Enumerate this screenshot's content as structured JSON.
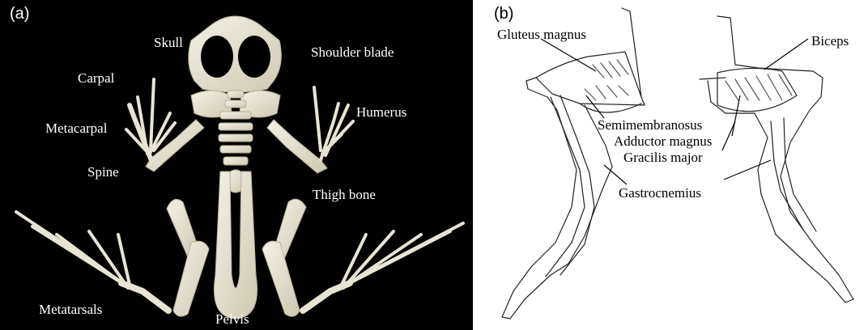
{
  "panel_a": {
    "label": "(a)",
    "bone_labels": {
      "skull": "Skull",
      "shoulder_blade": "Shoulder blade",
      "carpal": "Carpal",
      "humerus": "Humerus",
      "metacarpal": "Metacarpal",
      "spine": "Spine",
      "thigh_bone": "Thigh bone",
      "metatarsals": "Metatarsals",
      "pelvis": "Pelvis"
    }
  },
  "panel_b": {
    "label": "(b)",
    "muscle_labels": {
      "gluteus_magnus": "Gluteus magnus",
      "biceps": "Biceps",
      "semimembranosus": "Semimembranosus",
      "adductor_magnus": "Adductor magnus",
      "gracilis_major": "Gracilis major",
      "gastrocnemius": "Gastrocnemius"
    }
  },
  "colors": {
    "bone": "#e8e3d3",
    "bone_shade": "#c9c2ad",
    "panel_a_bg": "#000000",
    "ink": "#222222"
  }
}
